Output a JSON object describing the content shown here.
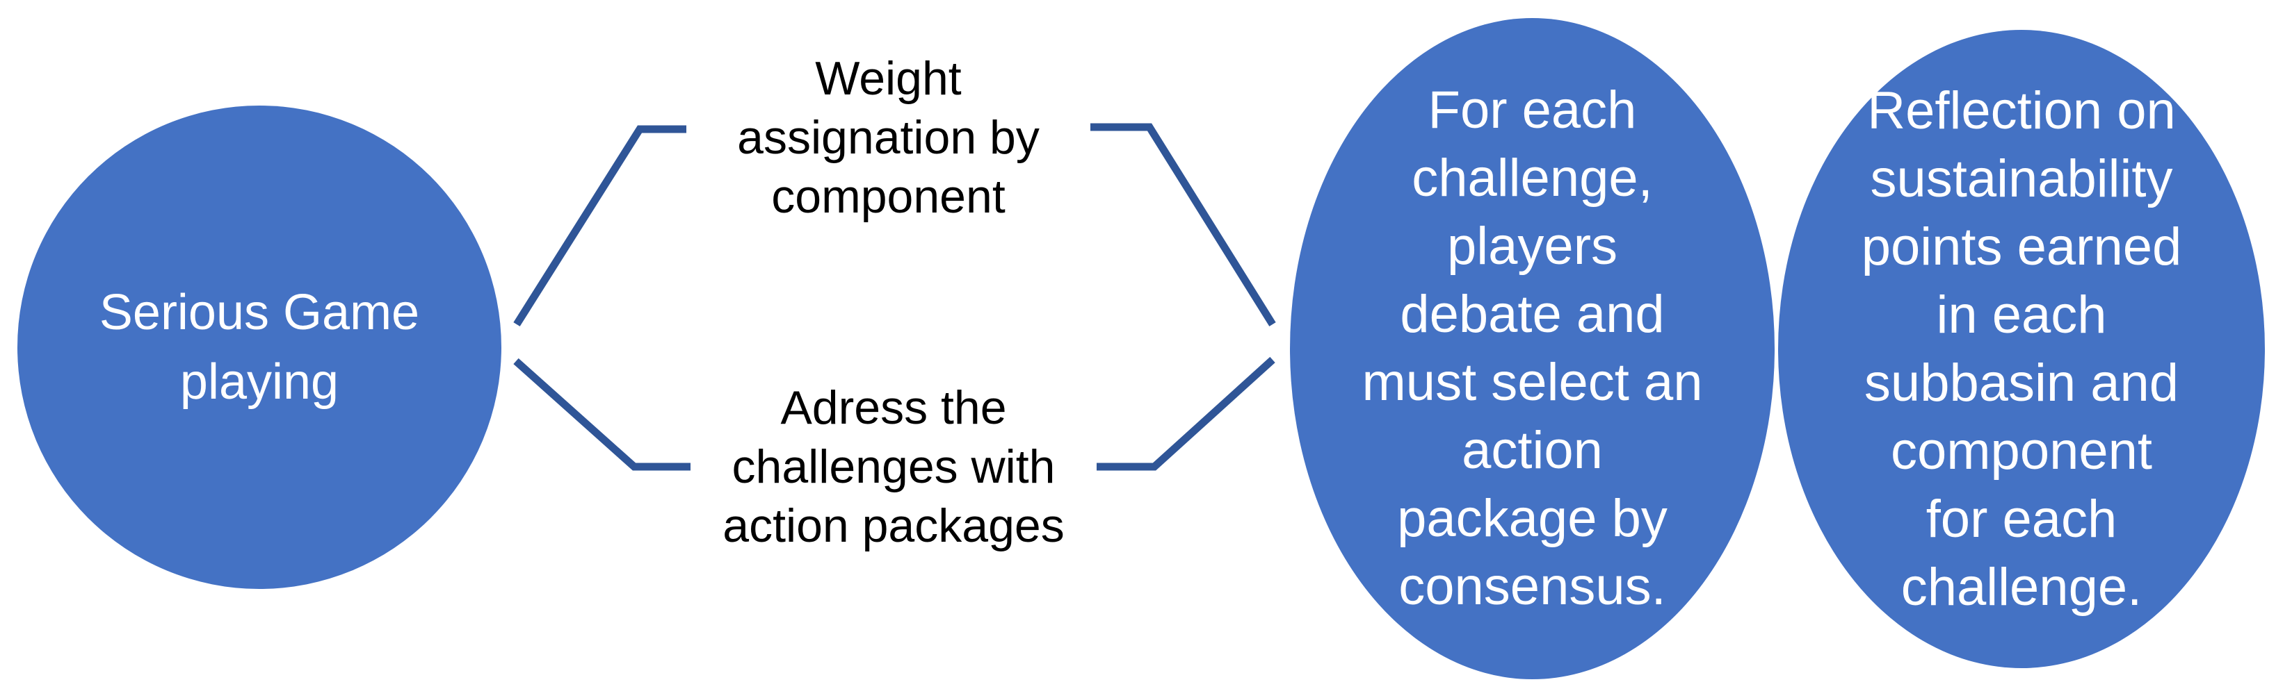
{
  "colors": {
    "shape_fill": "#4472C4",
    "connector": "#2F5597",
    "shape_text": "#FFFFFF",
    "label_text": "#000000",
    "background": "#FFFFFF"
  },
  "diagram": {
    "start_circle": {
      "text": "Serious Game\nplaying"
    },
    "branch_top": {
      "text": "Weight\nassignation by\ncomponent"
    },
    "branch_bottom": {
      "text": "Adress the\nchallenges with\naction packages"
    },
    "ellipse_debate": {
      "text": "For each\nchallenge,\nplayers\ndebate and\nmust select an\naction\npackage by\nconsensus."
    },
    "ellipse_reflection": {
      "text": "Reflection on\nsustainability\npoints earned\nin each\nsubbasin and\ncomponent\nfor each\nchallenge."
    }
  }
}
